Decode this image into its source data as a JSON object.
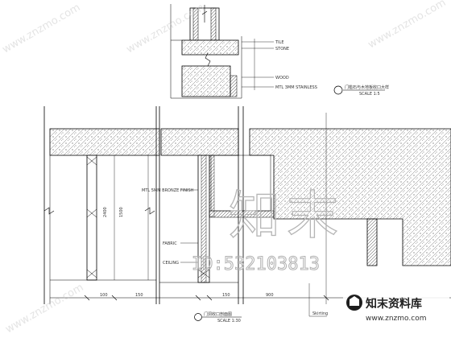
{
  "watermark": {
    "site": "www.znzmo.com",
    "big_chars": "知末",
    "id": "ID:532103813",
    "logo_cn": "知末资料库",
    "logo_url": "www.znzmo.com"
  },
  "drawing": {
    "top_detail": {
      "callouts": [
        "TILE",
        "STONE",
        "WOOD",
        "MTL 3MM STAINLESS"
      ],
      "title": "门槛石与木地板收口大样",
      "scale": "SCALE 1:5"
    },
    "bottom_section": {
      "callouts": [
        "MTL 5MM BRONZE FINISH",
        "FABRIC",
        "CEILING"
      ],
      "dims_left": [
        "2400",
        "1500"
      ],
      "dims_bottom": [
        "100",
        "150",
        "150",
        "900"
      ],
      "title": "门洞收口剖面图",
      "scale": "SCALE 1:30",
      "leader_note": "Skirting"
    }
  }
}
